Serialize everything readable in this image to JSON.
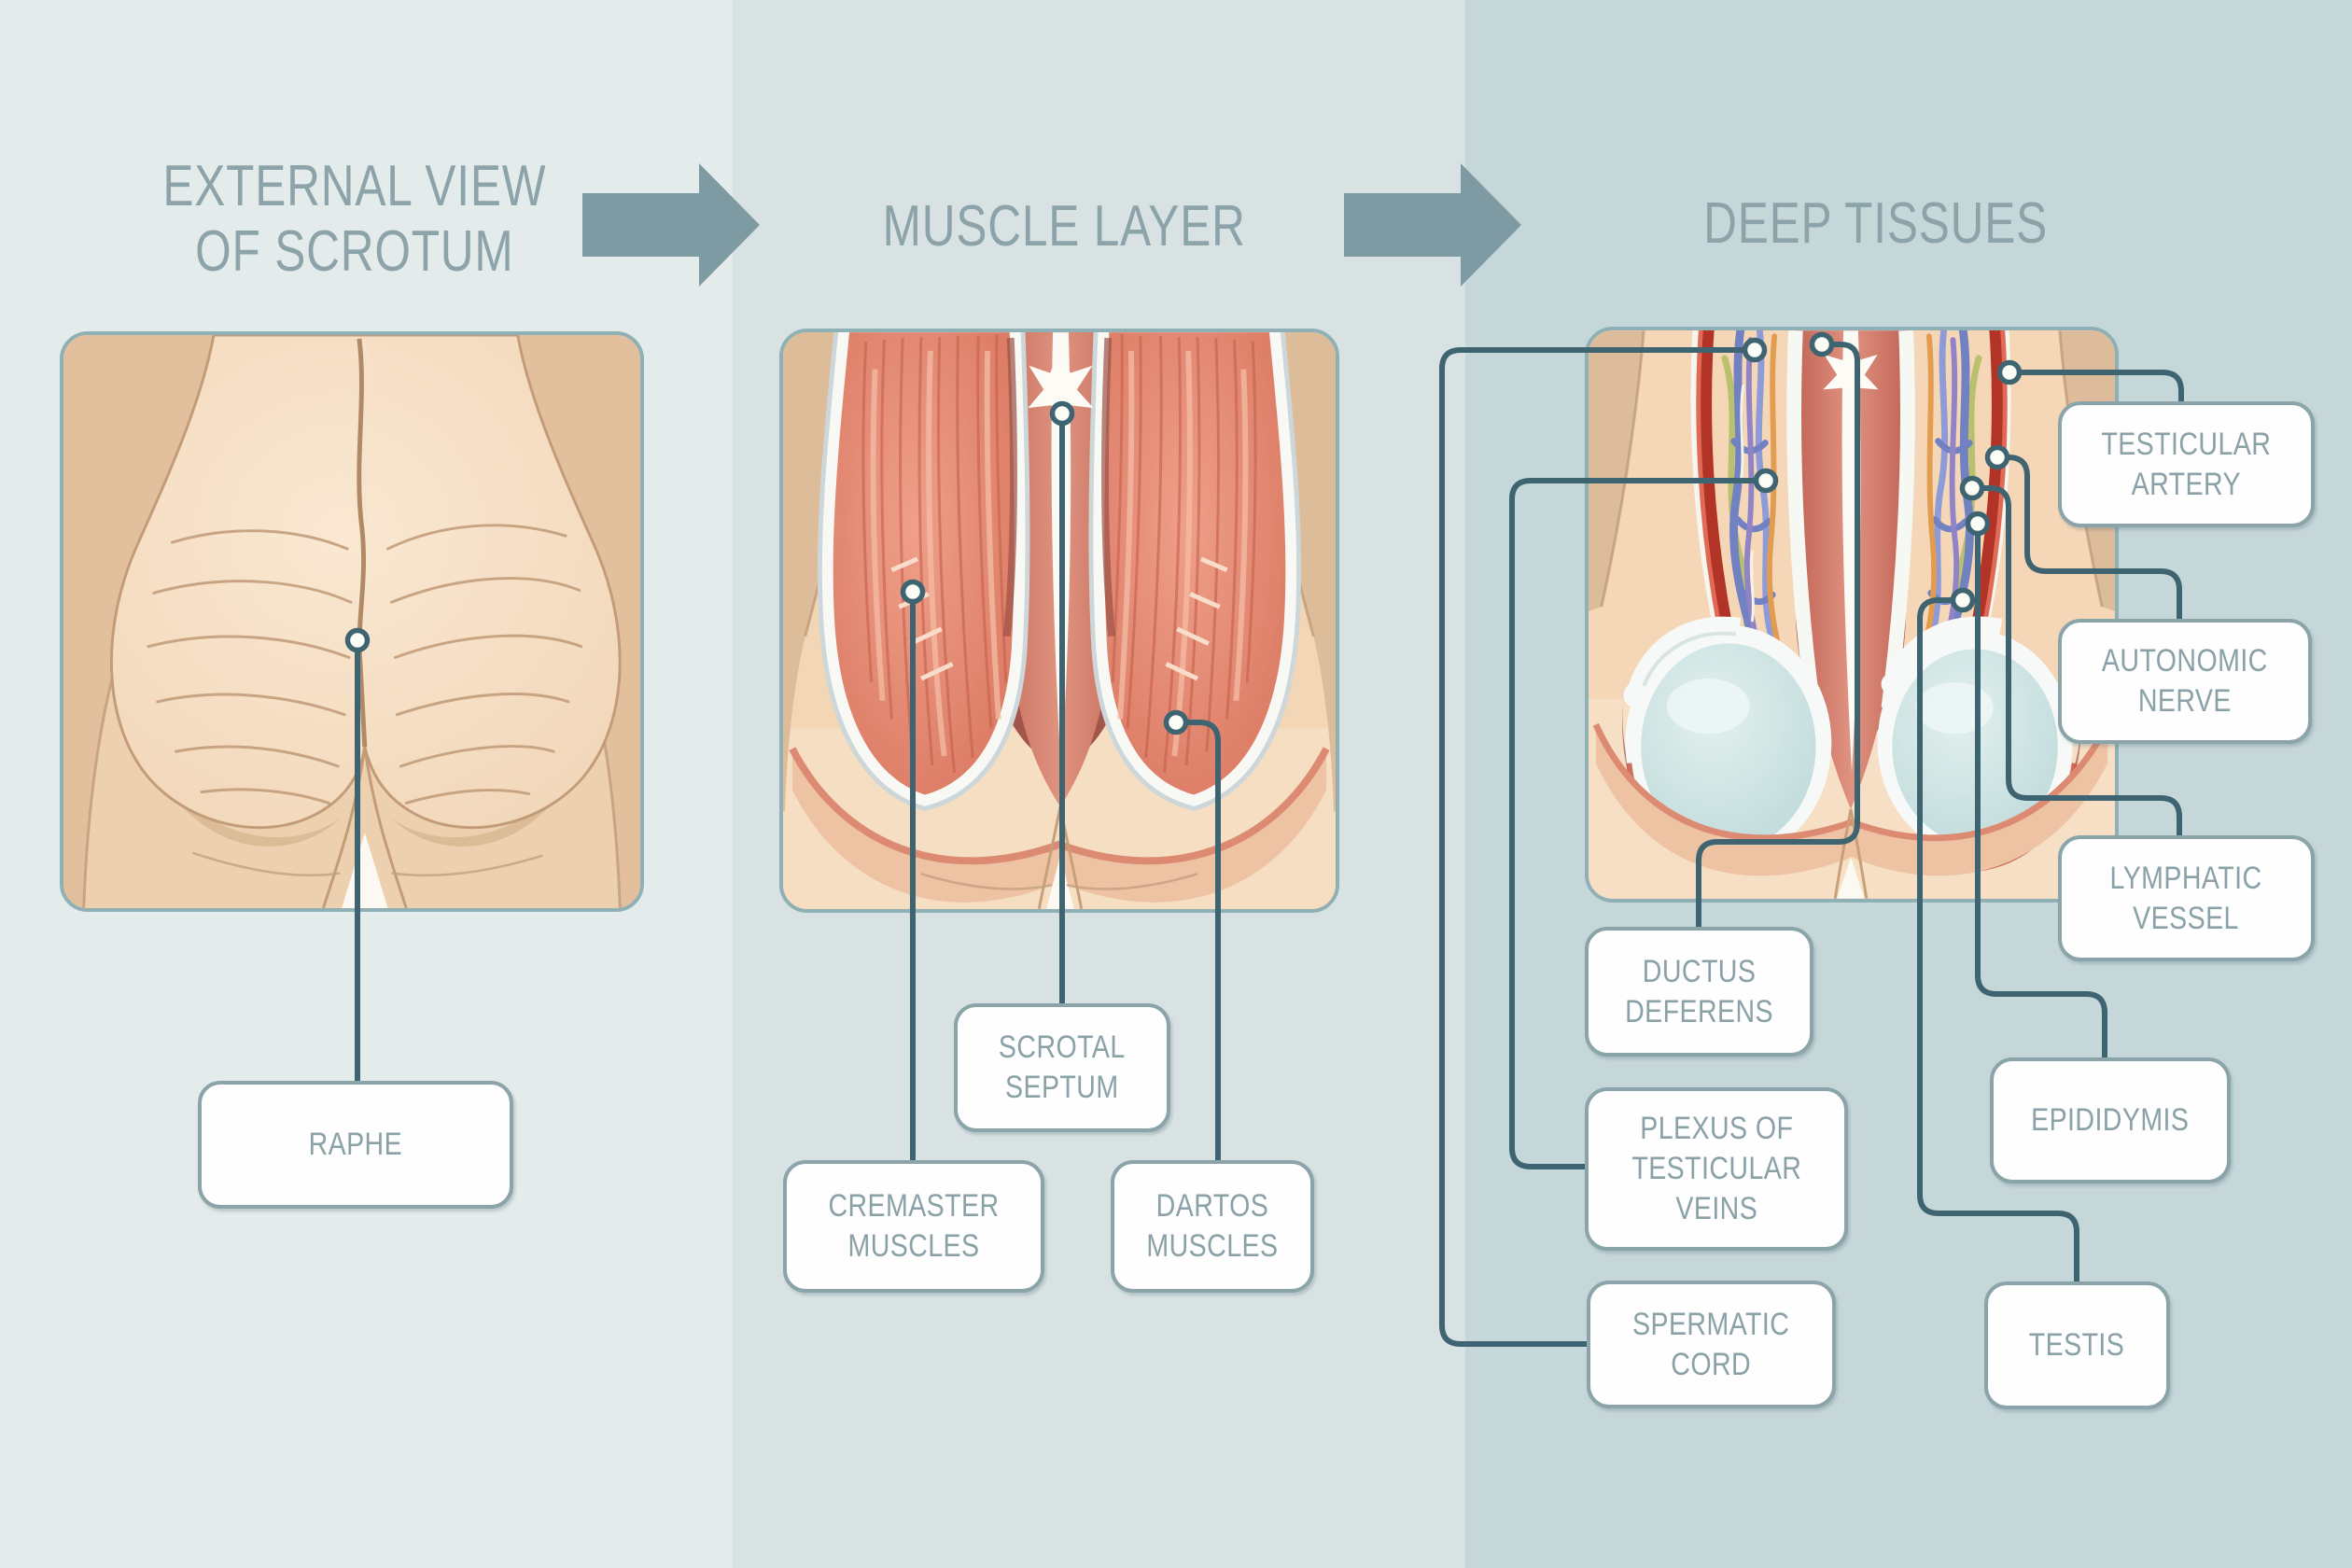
{
  "panels": [
    {
      "id": "external-view",
      "title": "EXTERNAL VIEW\nOF SCROTUM",
      "labels": [
        {
          "id": "raphe",
          "text": "RAPHE"
        }
      ]
    },
    {
      "id": "muscle-layer",
      "title": "MUSCLE LAYER",
      "labels": [
        {
          "id": "scrotal-septum",
          "text": "SCROTAL\nSEPTUM"
        },
        {
          "id": "cremaster-muscles",
          "text": "CREMASTER\nMUSCLES"
        },
        {
          "id": "dartos-muscles",
          "text": "DARTOS\nMUSCLES"
        }
      ]
    },
    {
      "id": "deep-tissues",
      "title": "DEEP TISSUES",
      "labels": [
        {
          "id": "testicular-artery",
          "text": "TESTICULAR\nARTERY"
        },
        {
          "id": "autonomic-nerve",
          "text": "AUTONOMIC\nNERVE"
        },
        {
          "id": "lymphatic-vessel",
          "text": "LYMPHATIC\nVESSEL"
        },
        {
          "id": "ductus-deferens",
          "text": "DUCTUS\nDEFERENS"
        },
        {
          "id": "plexus-of-testicular-veins",
          "text": "PLEXUS OF\nTESTICULAR\nVEINS"
        },
        {
          "id": "epididymis",
          "text": "EPIDIDYMIS"
        },
        {
          "id": "spermatic-cord",
          "text": "SPERMATIC\nCORD"
        },
        {
          "id": "testis",
          "text": "TESTIS"
        }
      ]
    }
  ],
  "colors": {
    "panel_1_bg": "#e4ebeb",
    "panel_2_bg": "#d9e2e2",
    "panel_3_bg": "#c6d7da",
    "title_text": "#8ca3a9",
    "label_text": "#8aa1a7",
    "label_border": "#8ba4aa",
    "leader_line": "#3e6471",
    "arrow": "#7e9ba4",
    "skin": "#f2d4b5",
    "muscle": "#d9765f",
    "testis_blue": "#bcd9d8",
    "artery_red": "#b23426",
    "vein_blue": "#7181c2",
    "nerve_green": "#b9c06e"
  }
}
